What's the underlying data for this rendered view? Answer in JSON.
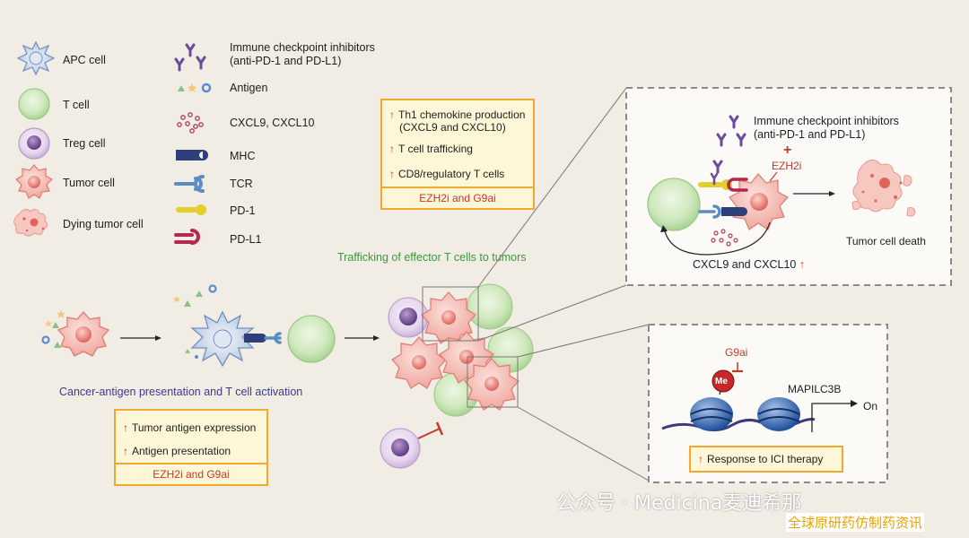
{
  "legend": {
    "apc": "APC cell",
    "t_cell": "T cell",
    "treg": "Treg cell",
    "tumor": "Tumor cell",
    "dying": "Dying tumor cell",
    "ici_line1": "Immune checkpoint inhibitors",
    "ici_line2": "(anti-PD-1 and PD-L1)",
    "antigen": "Antigen",
    "cxcl": "CXCL9, CXCL10",
    "mhc": "MHC",
    "tcr": "TCR",
    "pd1": "PD-1",
    "pdl1": "PD-L1"
  },
  "top_box": {
    "row1_line1": "Th1 chemokine production",
    "row1_line2": "(CXCL9 and CXCL10)",
    "row2": "T cell trafficking",
    "row3": "CD8/regulatory T cells",
    "footer": "EZH2i and G9ai"
  },
  "bottom_box": {
    "row1": "Tumor antigen expression",
    "row2": "Antigen presentation",
    "footer": "EZH2i and G9ai"
  },
  "trafficking_label": "Trafficking of effector T cells to tumors",
  "activation_label": "Cancer-antigen presentation and T cell activation",
  "zoom_top": {
    "ici_line1": "Immune checkpoint inhibitors",
    "ici_line2": "(anti-PD-1 and PD-L1)",
    "plus": "+",
    "ezh2i": "EZH2i",
    "death": "Tumor cell death",
    "chemokines": "CXCL9 and CXCL10"
  },
  "zoom_bottom": {
    "g9ai": "G9ai",
    "me": "Me",
    "gene": "MAPILC3B",
    "on": "On",
    "response": "Response to ICI therapy"
  },
  "arrow_up": "↑",
  "watermark": {
    "brand": "公众号 · Medicina麦迪希那",
    "sub": "全球原研药仿制药资讯"
  }
}
